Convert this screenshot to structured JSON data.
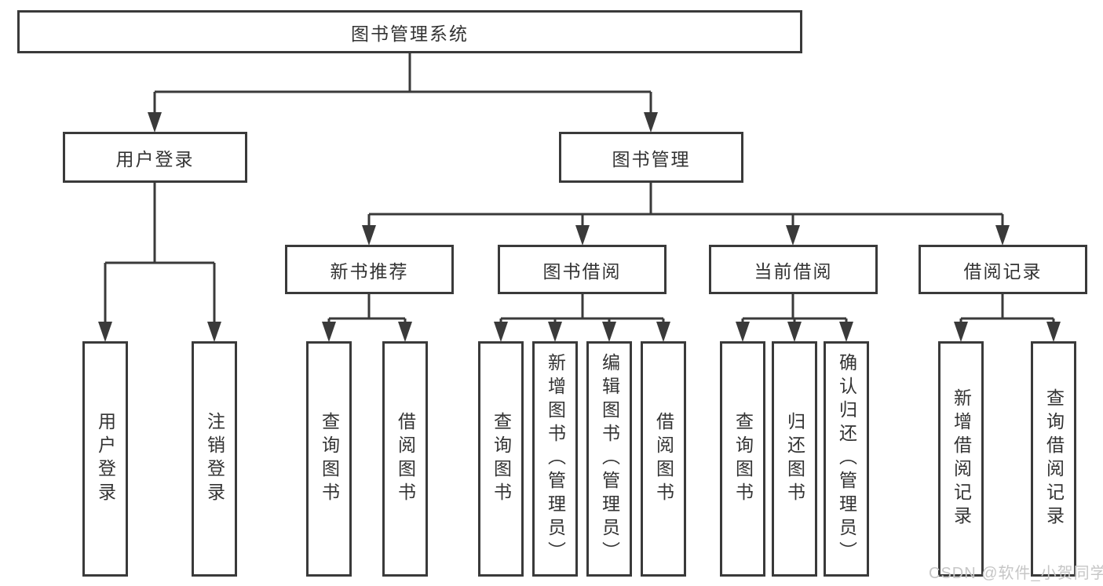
{
  "diagram": {
    "title": "图书管理系统",
    "root": {
      "label": "图书管理系统"
    },
    "level2": {
      "user_login": {
        "label": "用户登录"
      },
      "book_mgmt": {
        "label": "图书管理"
      }
    },
    "level3": {
      "new_book_rec": {
        "label": "新书推荐"
      },
      "book_borrow": {
        "label": "图书借阅"
      },
      "current_borrow": {
        "label": "当前借阅"
      },
      "borrow_records": {
        "label": "借阅记录"
      }
    },
    "leaves": {
      "user_login_leaf": "用户登录",
      "logout": "注销登录",
      "nbr_query": "查询图书",
      "nbr_borrow": "借阅图书",
      "bb_query": "查询图书",
      "bb_add": "新增图书（管理员）",
      "bb_edit": "编辑图书（管理员）",
      "bb_borrow": "借阅图书",
      "cb_query": "查询图书",
      "cb_return": "归还图书",
      "cb_confirm": "确认归还（管理员）",
      "br_add": "新增借阅记录",
      "br_query": "查询借阅记录"
    }
  },
  "watermark": {
    "text": "CSDN @软件_小贺同学"
  },
  "colors": {
    "line": "#3a3a3a",
    "text": "#333333",
    "watermark": "#c6c6c6",
    "background": "#ffffff"
  }
}
